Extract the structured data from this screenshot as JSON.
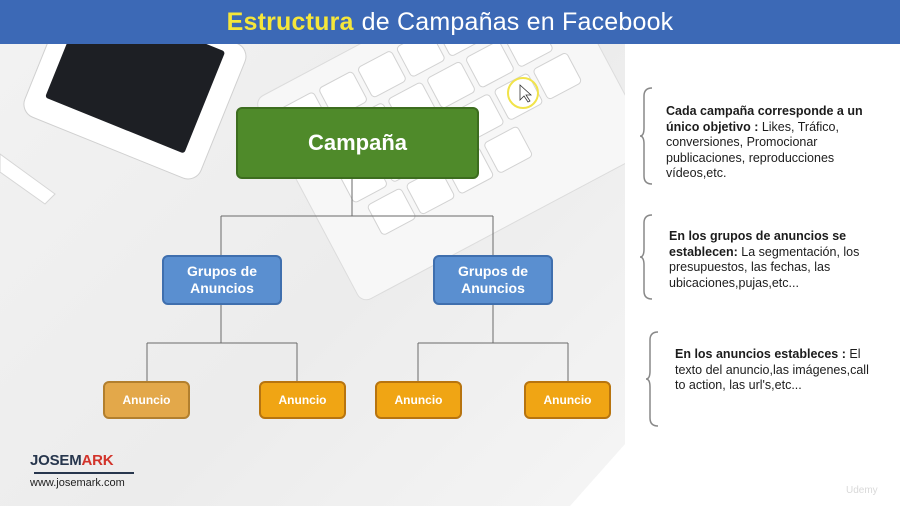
{
  "header": {
    "title_highlight": "Estructura",
    "title_rest": "de Campañas en Facebook",
    "colors": {
      "bar": "#3c69b6",
      "highlight": "#f5e63a"
    }
  },
  "diagram": {
    "campaign": "Campaña",
    "groups": [
      "Grupos de Anuncios",
      "Grupos de Anuncios"
    ],
    "ads": [
      "Anuncio",
      "Anuncio",
      "Anuncio",
      "Anuncio"
    ],
    "colors": {
      "campaign": "#4f8a2a",
      "group": "#5a8fd0",
      "ad": "#f0a514"
    }
  },
  "notes": [
    {
      "bold": "Cada campaña corresponde a un único objetivo :",
      "text": " Likes, Tráfico, conversiones, Promocionar publicaciones, reproducciones vídeos,etc."
    },
    {
      "bold": "En los grupos de anuncios se establecen:",
      "text": " La segmentación, los presupuestos, las fechas, las ubicaciones,pujas,etc..."
    },
    {
      "bold": "En los anuncios estableces :",
      "text": " El texto del anuncio,las imágenes,call to action, las url's,etc..."
    }
  ],
  "brand": {
    "logo_part1": "JOSEM",
    "logo_part2": "ARK",
    "url": "www.josemark.com"
  },
  "watermark": "Udemy"
}
